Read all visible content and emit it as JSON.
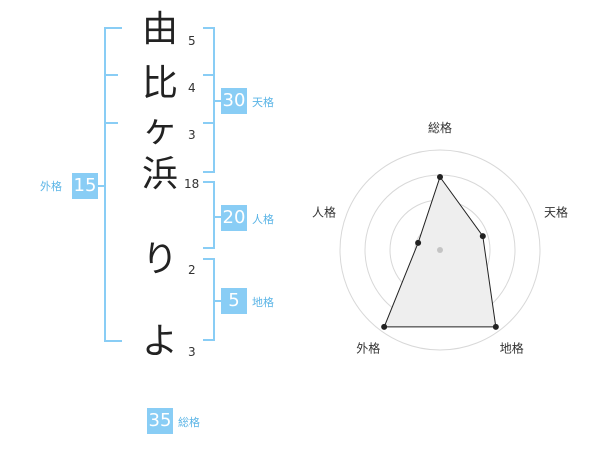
{
  "name": {
    "characters": [
      {
        "char": "由",
        "strokes": "5"
      },
      {
        "char": "比",
        "strokes": "4"
      },
      {
        "char": "ヶ",
        "strokes": "3"
      },
      {
        "char": "浜",
        "strokes": "18"
      },
      {
        "char": "り",
        "strokes": "2"
      },
      {
        "char": "よ",
        "strokes": "3"
      }
    ]
  },
  "fortune": {
    "tenkaku": {
      "value": "30",
      "label": "天格"
    },
    "jinkaku": {
      "value": "20",
      "label": "人格"
    },
    "chikaku": {
      "value": "5",
      "label": "地格"
    },
    "gaikaku": {
      "value": "15",
      "label": "外格"
    },
    "soukaku": {
      "value": "35",
      "label": "総格"
    }
  },
  "colors": {
    "accent": "#89cdf5",
    "accent_text": "#5ab4e6",
    "radar_fill": "#eeeeee",
    "ring": "#d8d8d8"
  },
  "chart_data": {
    "type": "radar",
    "axes": [
      "総格",
      "天格",
      "地格",
      "外格",
      "人格"
    ],
    "values": [
      0.73,
      0.45,
      0.95,
      0.95,
      0.23
    ],
    "range": [
      0,
      1
    ],
    "rings": 4
  }
}
